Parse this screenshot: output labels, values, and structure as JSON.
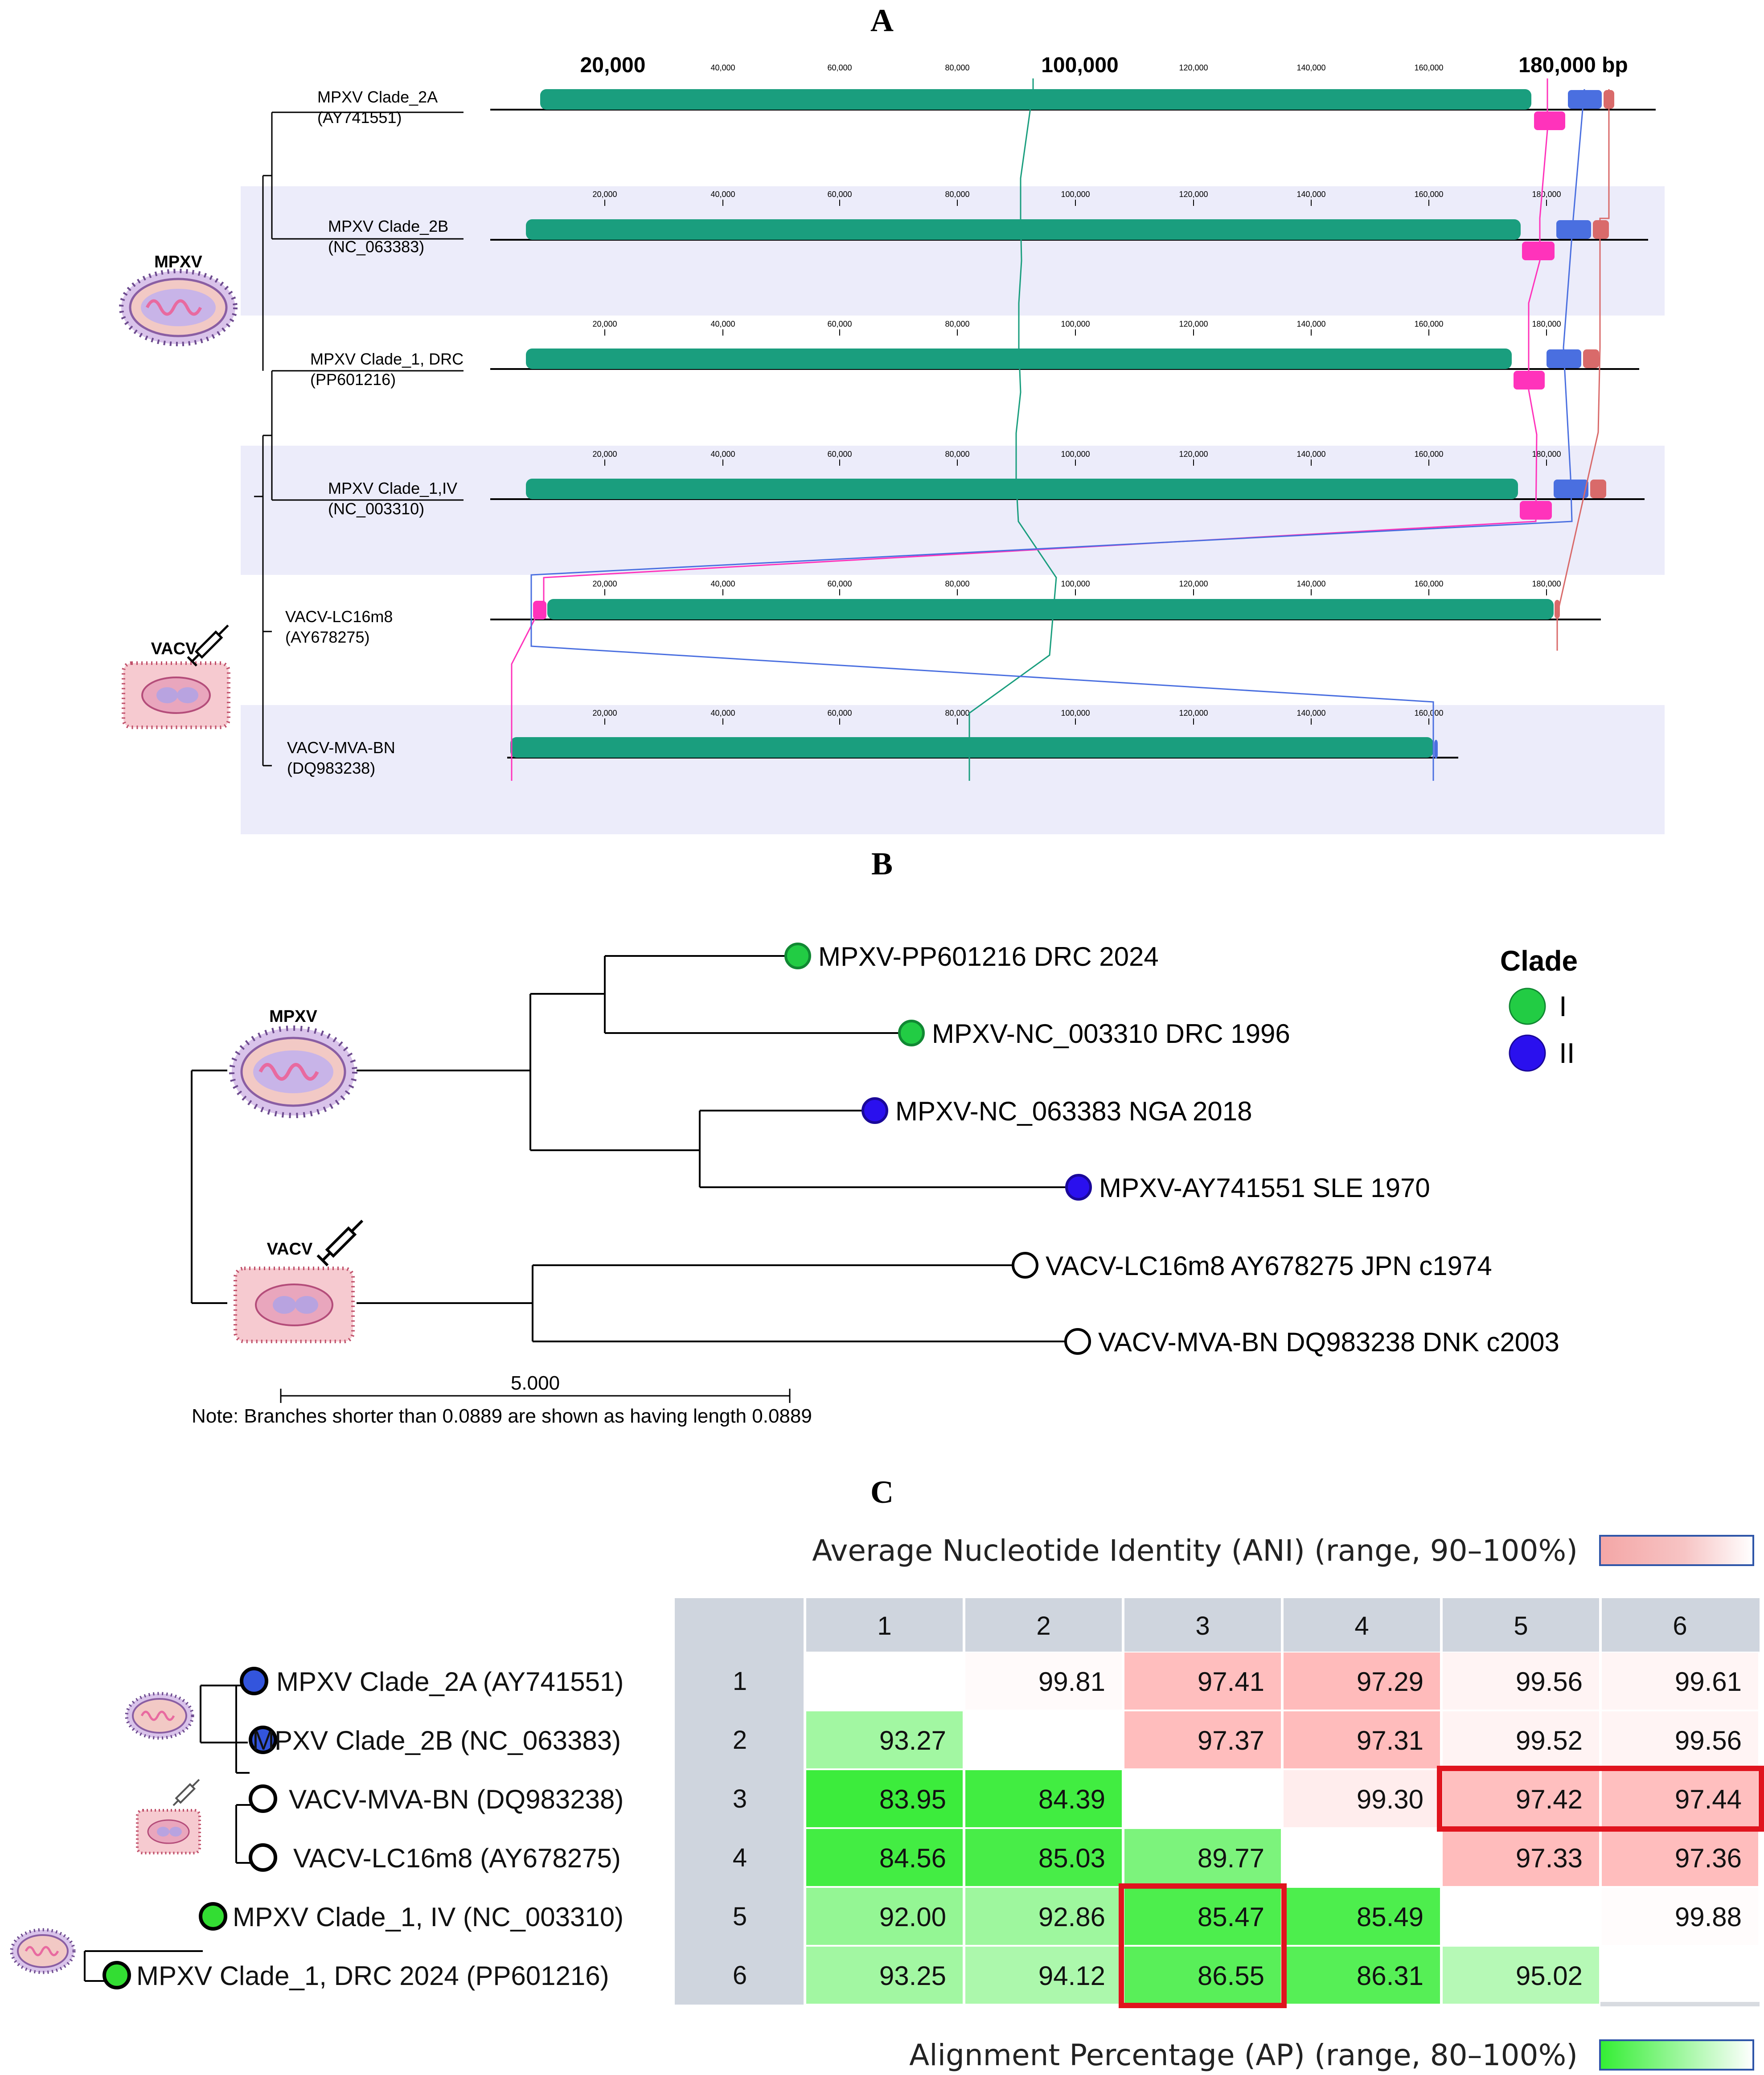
{
  "panels": {
    "a": "A",
    "b": "B",
    "c": "C"
  },
  "panel_a": {
    "ruler_big": [
      "20,000",
      "100,000",
      "180,000 bp"
    ],
    "ruler_small": [
      "20,000",
      "40,000",
      "60,000",
      "80,000",
      "100,000",
      "120,000",
      "140,000",
      "160,000",
      "180,000"
    ],
    "group_labels": {
      "mpxv": "MPXV",
      "vacv": "VACV"
    },
    "tracks": [
      {
        "name": "MPXV Clade_2A",
        "accession": "(AY741551)"
      },
      {
        "name": "MPXV Clade_2B",
        "accession": "(NC_063383)"
      },
      {
        "name": "MPXV Clade_1, DRC",
        "accession": "(PP601216)"
      },
      {
        "name": "MPXV Clade_1,IV",
        "accession": "(NC_003310)"
      },
      {
        "name": "VACV-LC16m8",
        "accession": "(AY678275)"
      },
      {
        "name": "VACV-MVA-BN",
        "accession": "(DQ983238)"
      }
    ],
    "colors": {
      "block_main": "#1a9e7e",
      "block_pink": "#ff33bb",
      "block_blue": "#4a6fe0",
      "block_red": "#d96a6a",
      "band": "#ececfa"
    }
  },
  "panel_b": {
    "group_labels": {
      "mpxv": "MPXV",
      "vacv": "VACV"
    },
    "leaves": [
      {
        "label": "MPXV-PP601216 DRC 2024",
        "clade": "I"
      },
      {
        "label": "MPXV-NC_003310 DRC 1996",
        "clade": "I"
      },
      {
        "label": "MPXV-NC_063383 NGA 2018",
        "clade": "II"
      },
      {
        "label": "MPXV-AY741551 SLE 1970",
        "clade": "II"
      },
      {
        "label": "VACV-LC16m8 AY678275 JPN c1974",
        "clade": ""
      },
      {
        "label": "VACV-MVA-BN DQ983238 DNK c2003",
        "clade": ""
      }
    ],
    "legend": {
      "title": "Clade",
      "items": [
        {
          "label": "I",
          "color": "#22cc44"
        },
        {
          "label": "II",
          "color": "#2a10ee"
        }
      ]
    },
    "scale_value": "5.000",
    "note": "Note: Branches shorter than 0.0889 are shown as having length 0.0889"
  },
  "panel_c": {
    "ani_title": "Average Nucleotide Identity (ANI) (range, 90–100%)",
    "ap_title": "Alignment Percentage (AP) (range, 80–100%)",
    "col_headers": [
      "1",
      "2",
      "3",
      "4",
      "5",
      "6"
    ],
    "rows": [
      {
        "label": "MPXV Clade_2A (AY741551)",
        "index": "1",
        "cells": [
          "",
          "99.81",
          "97.41",
          "97.29",
          "99.56",
          "99.61"
        ]
      },
      {
        "label": "MPXV Clade_2B (NC_063383)",
        "index": "2",
        "cells": [
          "93.27",
          "",
          "97.37",
          "97.31",
          "99.52",
          "99.56"
        ]
      },
      {
        "label": "VACV-MVA-BN (DQ983238)",
        "index": "3",
        "cells": [
          "83.95",
          "84.39",
          "",
          "99.30",
          "97.42",
          "97.44"
        ]
      },
      {
        "label": "VACV-LC16m8 (AY678275)",
        "index": "4",
        "cells": [
          "84.56",
          "85.03",
          "89.77",
          "",
          "97.33",
          "97.36"
        ]
      },
      {
        "label": "MPXV Clade_1, IV (NC_003310)",
        "index": "5",
        "cells": [
          "92.00",
          "92.86",
          "85.47",
          "85.49",
          "",
          "99.88"
        ]
      },
      {
        "label": "MPXV Clade_1, DRC 2024 (PP601216)",
        "index": "6",
        "cells": [
          "93.25",
          "94.12",
          "86.55",
          "86.31",
          "95.02",
          ""
        ]
      }
    ],
    "row_dot_colors": [
      "#3355dd",
      "#3355dd",
      "#ffffff",
      "#ffffff",
      "#33dd33",
      "#33dd33"
    ]
  }
}
